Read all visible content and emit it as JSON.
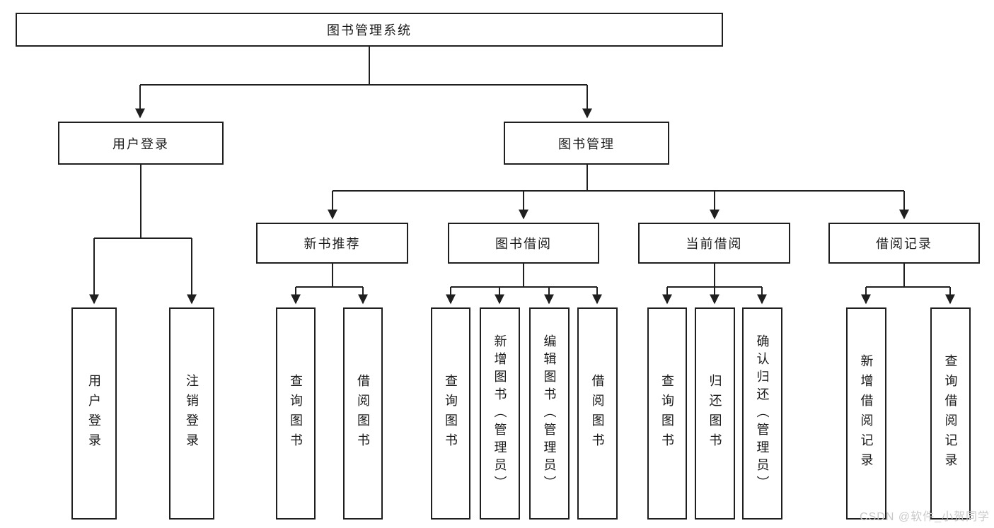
{
  "nodes": {
    "root": "图书管理系统",
    "userLogin": "用户登录",
    "bookMgmt": "图书管理",
    "newBookRec": "新书推荐",
    "bookBorrow": "图书借阅",
    "currentBorrow": "当前借阅",
    "borrowRecords": "借阅记录",
    "leafUserLogin": "用户登录",
    "leafLogout": "注销登录",
    "nbQueryBooks": "查询图书",
    "nbBorrowBooks": "借阅图书",
    "bbQueryBooks": "查询图书",
    "bbAddBooks": "新增图书（管理员）",
    "bbEditBooks": "编辑图书（管理员）",
    "bbBorrowBooks": "借阅图书",
    "cbQueryBooks": "查询图书",
    "cbReturnBooks": "归还图书",
    "cbConfirmReturn": "确认归还（管理员）",
    "brAddRecord": "新增借阅记录",
    "brQueryRecord": "查询借阅记录"
  },
  "colors": {
    "line": "#1f1f1f",
    "box_border": "#1f1f1f",
    "text": "#1a1a1a",
    "watermark": "#c9c9c9"
  },
  "watermark": "CSDN @软件_小贺同学"
}
